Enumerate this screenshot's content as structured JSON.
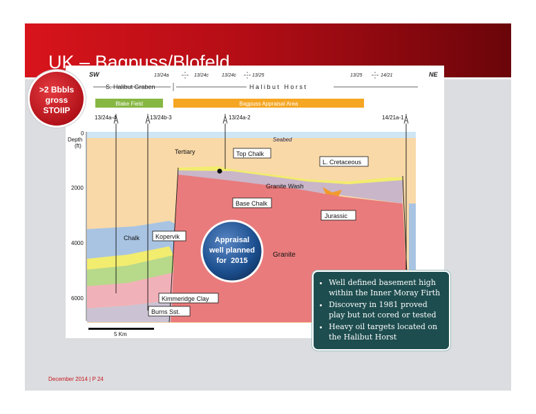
{
  "slide": {
    "title": "UK – Bagpuss/Blofeld",
    "footer": "December 2014 | P 24"
  },
  "callout": {
    "line1": ">2 Bbbls",
    "line2": "gross",
    "line3": "STOIIP"
  },
  "bullets": [
    "Well defined basement high within the Inner Moray Firth",
    "Discovery in 1981 proved play but not cored or tested",
    "Heavy oil targets located on the Halibut Horst"
  ],
  "diagram": {
    "sw": "SW",
    "ne": "NE",
    "blocks": [
      "13/24a",
      "13/24c",
      "13/24c",
      "13/25",
      "13/25",
      "14/21"
    ],
    "graben": "S. Halibut Graben",
    "horst": "H a l i b u t   H o r s t",
    "blake": "Blake Field",
    "bagpuss": "Bagpuss Appraisal Area",
    "wells": [
      "13/24a-4",
      "13/24b-3",
      "13/24a-2",
      "14/21a-1"
    ],
    "depth_title1": "Depth",
    "depth_title2": "(ft)",
    "depth_ticks": [
      "0",
      "2000",
      "4000",
      "6000"
    ],
    "seabed": "Seabed",
    "tertiary": "Tertiary",
    "top_chalk": "Top Chalk",
    "l_cretaceous": "L. Cretaceous",
    "granite_wash": "Granite Wash",
    "base_chalk": "Base Chalk",
    "jurassic": "Jurassic",
    "chalk": "Chalk",
    "kopervik": "Kopervik",
    "granite": "Granite",
    "kimmeridge": "Kimmeridge Clay",
    "burns": "Burns Sst.",
    "scale": "5 Km",
    "appraisal_line1": "Appraisal",
    "appraisal_line2": "well planned",
    "appraisal_line3": "for  2015"
  },
  "colors": {
    "header_start": "#d8141b",
    "header_end": "#6a0509",
    "tertiary": "#f9d9a8",
    "granite": "#e97b7c",
    "chalk": "#a9c4e3",
    "yellow": "#f2ec6f",
    "green": "#b6d98a",
    "jurassic": "#f29a2e",
    "blake": "#86b743",
    "bagpuss": "#f5a623",
    "bullet_box": "#1e4d4f"
  }
}
